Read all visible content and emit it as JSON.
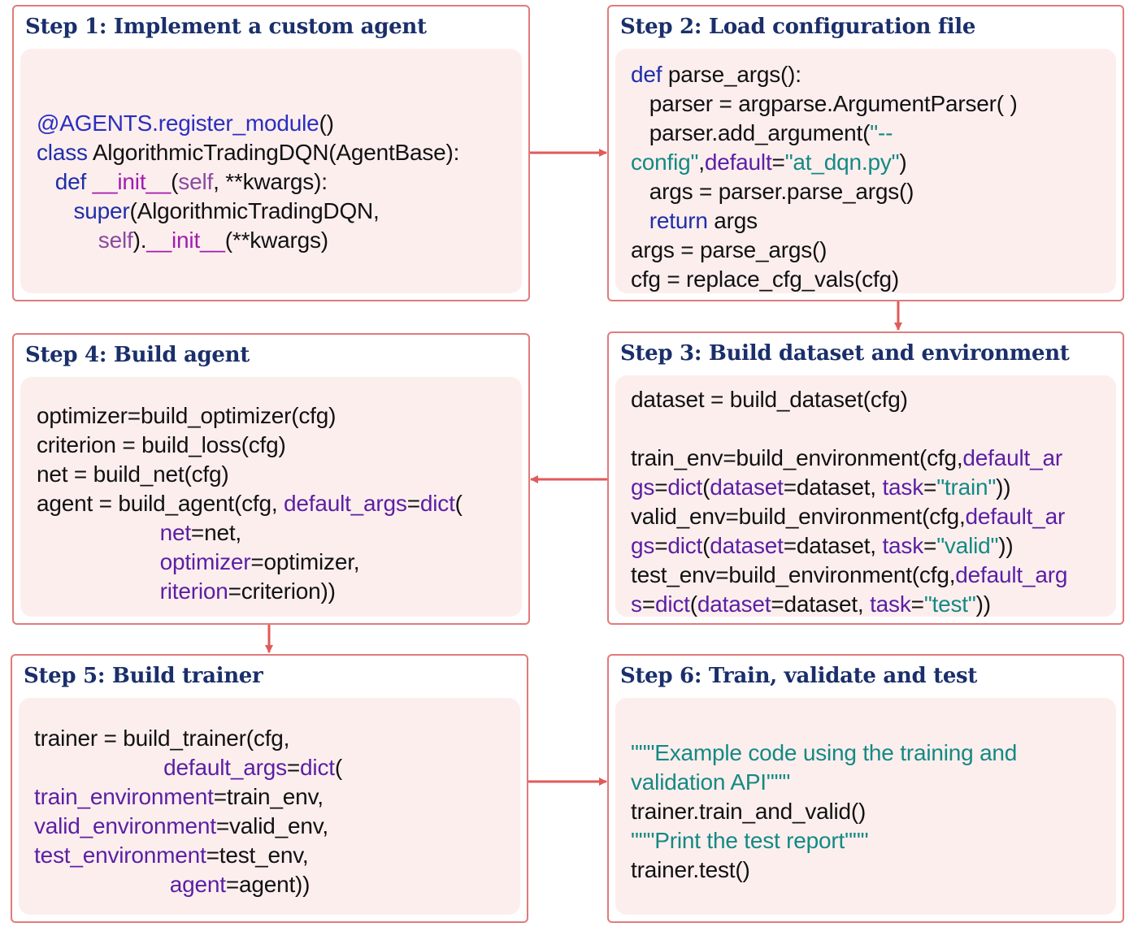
{
  "colors": {
    "border": "#e07b7b",
    "panel": "#fdeeee",
    "title": "#1a2f6b",
    "arrow": "#e05a5a",
    "keyword": "#1f2fa8",
    "string": "#138a82",
    "argument": "#5b1fa3",
    "magic": "#a21caf",
    "self": "#8a4aa0"
  },
  "steps": [
    {
      "title": "Step 1: Implement a custom agent",
      "lines": [
        [
          [
            "dec",
            "@AGENTS.register_module"
          ],
          [
            "plain",
            "()"
          ]
        ],
        [
          [
            "kw",
            "class"
          ],
          [
            "plain",
            " AlgorithmicTradingDQN(AgentBase):"
          ]
        ],
        [
          [
            "plain",
            "   "
          ],
          [
            "kw",
            "def"
          ],
          [
            "plain",
            " "
          ],
          [
            "mag",
            "__init__"
          ],
          [
            "plain",
            "("
          ],
          [
            "self",
            "self"
          ],
          [
            "plain",
            ", **kwargs):"
          ]
        ],
        [
          [
            "plain",
            "      "
          ],
          [
            "kw",
            "super"
          ],
          [
            "plain",
            "(AlgorithmicTradingDQN,"
          ]
        ],
        [
          [
            "plain",
            "          "
          ],
          [
            "self",
            "self"
          ],
          [
            "plain",
            ")."
          ],
          [
            "mag",
            "__init__"
          ],
          [
            "plain",
            "(**kwargs)"
          ]
        ]
      ]
    },
    {
      "title": "Step 2: Load configuration file",
      "lines": [
        [
          [
            "kw",
            "def"
          ],
          [
            "plain",
            " parse_args():"
          ]
        ],
        [
          [
            "plain",
            "   parser = argparse.ArgumentParser( )"
          ]
        ],
        [
          [
            "plain",
            "   parser.add_argument("
          ],
          [
            "str",
            "\"--"
          ]
        ],
        [
          [
            "str",
            "config\""
          ],
          [
            "plain",
            ","
          ],
          [
            "arg",
            "default"
          ],
          [
            "plain",
            "="
          ],
          [
            "str",
            "\"at_dqn.py\""
          ],
          [
            "plain",
            ")"
          ]
        ],
        [
          [
            "plain",
            "   args = parser.parse_args()"
          ]
        ],
        [
          [
            "plain",
            "   "
          ],
          [
            "kw",
            "return"
          ],
          [
            "plain",
            " args"
          ]
        ],
        [
          [
            "plain",
            "args = parse_args()"
          ]
        ],
        [
          [
            "plain",
            "cfg = replace_cfg_vals(cfg)"
          ]
        ]
      ]
    },
    {
      "title": "Step 3: Build dataset and environment",
      "lines": [
        [
          [
            "plain",
            "dataset = build_dataset(cfg)"
          ]
        ],
        [
          [
            "plain",
            ""
          ]
        ],
        [
          [
            "plain",
            "train_env=build_environment(cfg,"
          ],
          [
            "arg",
            "default_ar"
          ]
        ],
        [
          [
            "arg",
            "gs"
          ],
          [
            "plain",
            "="
          ],
          [
            "arg",
            "dict"
          ],
          [
            "plain",
            "("
          ],
          [
            "arg",
            "dataset"
          ],
          [
            "plain",
            "=dataset, "
          ],
          [
            "arg",
            "task"
          ],
          [
            "plain",
            "="
          ],
          [
            "str",
            "\"train\""
          ],
          [
            "plain",
            "))"
          ]
        ],
        [
          [
            "plain",
            "valid_env=build_environment(cfg,"
          ],
          [
            "arg",
            "default_ar"
          ]
        ],
        [
          [
            "arg",
            "gs"
          ],
          [
            "plain",
            "="
          ],
          [
            "arg",
            "dict"
          ],
          [
            "plain",
            "("
          ],
          [
            "arg",
            "dataset"
          ],
          [
            "plain",
            "=dataset, "
          ],
          [
            "arg",
            "task"
          ],
          [
            "plain",
            "="
          ],
          [
            "str",
            "\"valid\""
          ],
          [
            "plain",
            "))"
          ]
        ],
        [
          [
            "plain",
            "test_env=build_environment(cfg,"
          ],
          [
            "arg",
            "default_arg"
          ]
        ],
        [
          [
            "arg",
            "s"
          ],
          [
            "plain",
            "="
          ],
          [
            "arg",
            "dict"
          ],
          [
            "plain",
            "("
          ],
          [
            "arg",
            "dataset"
          ],
          [
            "plain",
            "=dataset, "
          ],
          [
            "arg",
            "task"
          ],
          [
            "plain",
            "="
          ],
          [
            "str",
            "\"test\""
          ],
          [
            "plain",
            "))"
          ]
        ]
      ]
    },
    {
      "title": "Step 4: Build agent",
      "lines": [
        [
          [
            "plain",
            "optimizer=build_optimizer(cfg)"
          ]
        ],
        [
          [
            "plain",
            "criterion = build_loss(cfg)"
          ]
        ],
        [
          [
            "plain",
            "net = build_net(cfg)"
          ]
        ],
        [
          [
            "plain",
            "agent = build_agent(cfg, "
          ],
          [
            "arg",
            "default_args"
          ],
          [
            "plain",
            "="
          ],
          [
            "arg",
            "dict"
          ],
          [
            "plain",
            "("
          ]
        ],
        [
          [
            "plain",
            "                    "
          ],
          [
            "arg",
            "net"
          ],
          [
            "plain",
            "=net,"
          ]
        ],
        [
          [
            "plain",
            "                    "
          ],
          [
            "arg",
            "optimizer"
          ],
          [
            "plain",
            "=optimizer,"
          ]
        ],
        [
          [
            "plain",
            "                    "
          ],
          [
            "arg",
            "riterion"
          ],
          [
            "plain",
            "=criterion))"
          ]
        ]
      ]
    },
    {
      "title": "Step 5: Build trainer",
      "lines": [
        [
          [
            "plain",
            "trainer = build_trainer(cfg,"
          ]
        ],
        [
          [
            "plain",
            "                     "
          ],
          [
            "arg",
            "default_args"
          ],
          [
            "plain",
            "="
          ],
          [
            "arg",
            "dict"
          ],
          [
            "plain",
            "("
          ]
        ],
        [
          [
            "arg",
            "train_environment"
          ],
          [
            "plain",
            "=train_env,"
          ]
        ],
        [
          [
            "arg",
            "valid_environment"
          ],
          [
            "plain",
            "=valid_env,"
          ]
        ],
        [
          [
            "arg",
            "test_environment"
          ],
          [
            "plain",
            "=test_env,"
          ]
        ],
        [
          [
            "plain",
            "                      "
          ],
          [
            "arg",
            "agent"
          ],
          [
            "plain",
            "=agent))"
          ]
        ]
      ]
    },
    {
      "title": "Step 6: Train, validate and test",
      "lines": [
        [
          [
            "str",
            "\"\"\"Example code using the training and"
          ]
        ],
        [
          [
            "str",
            "validation API\"\"\""
          ]
        ],
        [
          [
            "plain",
            "trainer.train_and_valid()"
          ]
        ],
        [
          [
            "str",
            "\"\"\"Print the test report\"\"\""
          ]
        ],
        [
          [
            "plain",
            "trainer.test()"
          ]
        ]
      ]
    }
  ]
}
